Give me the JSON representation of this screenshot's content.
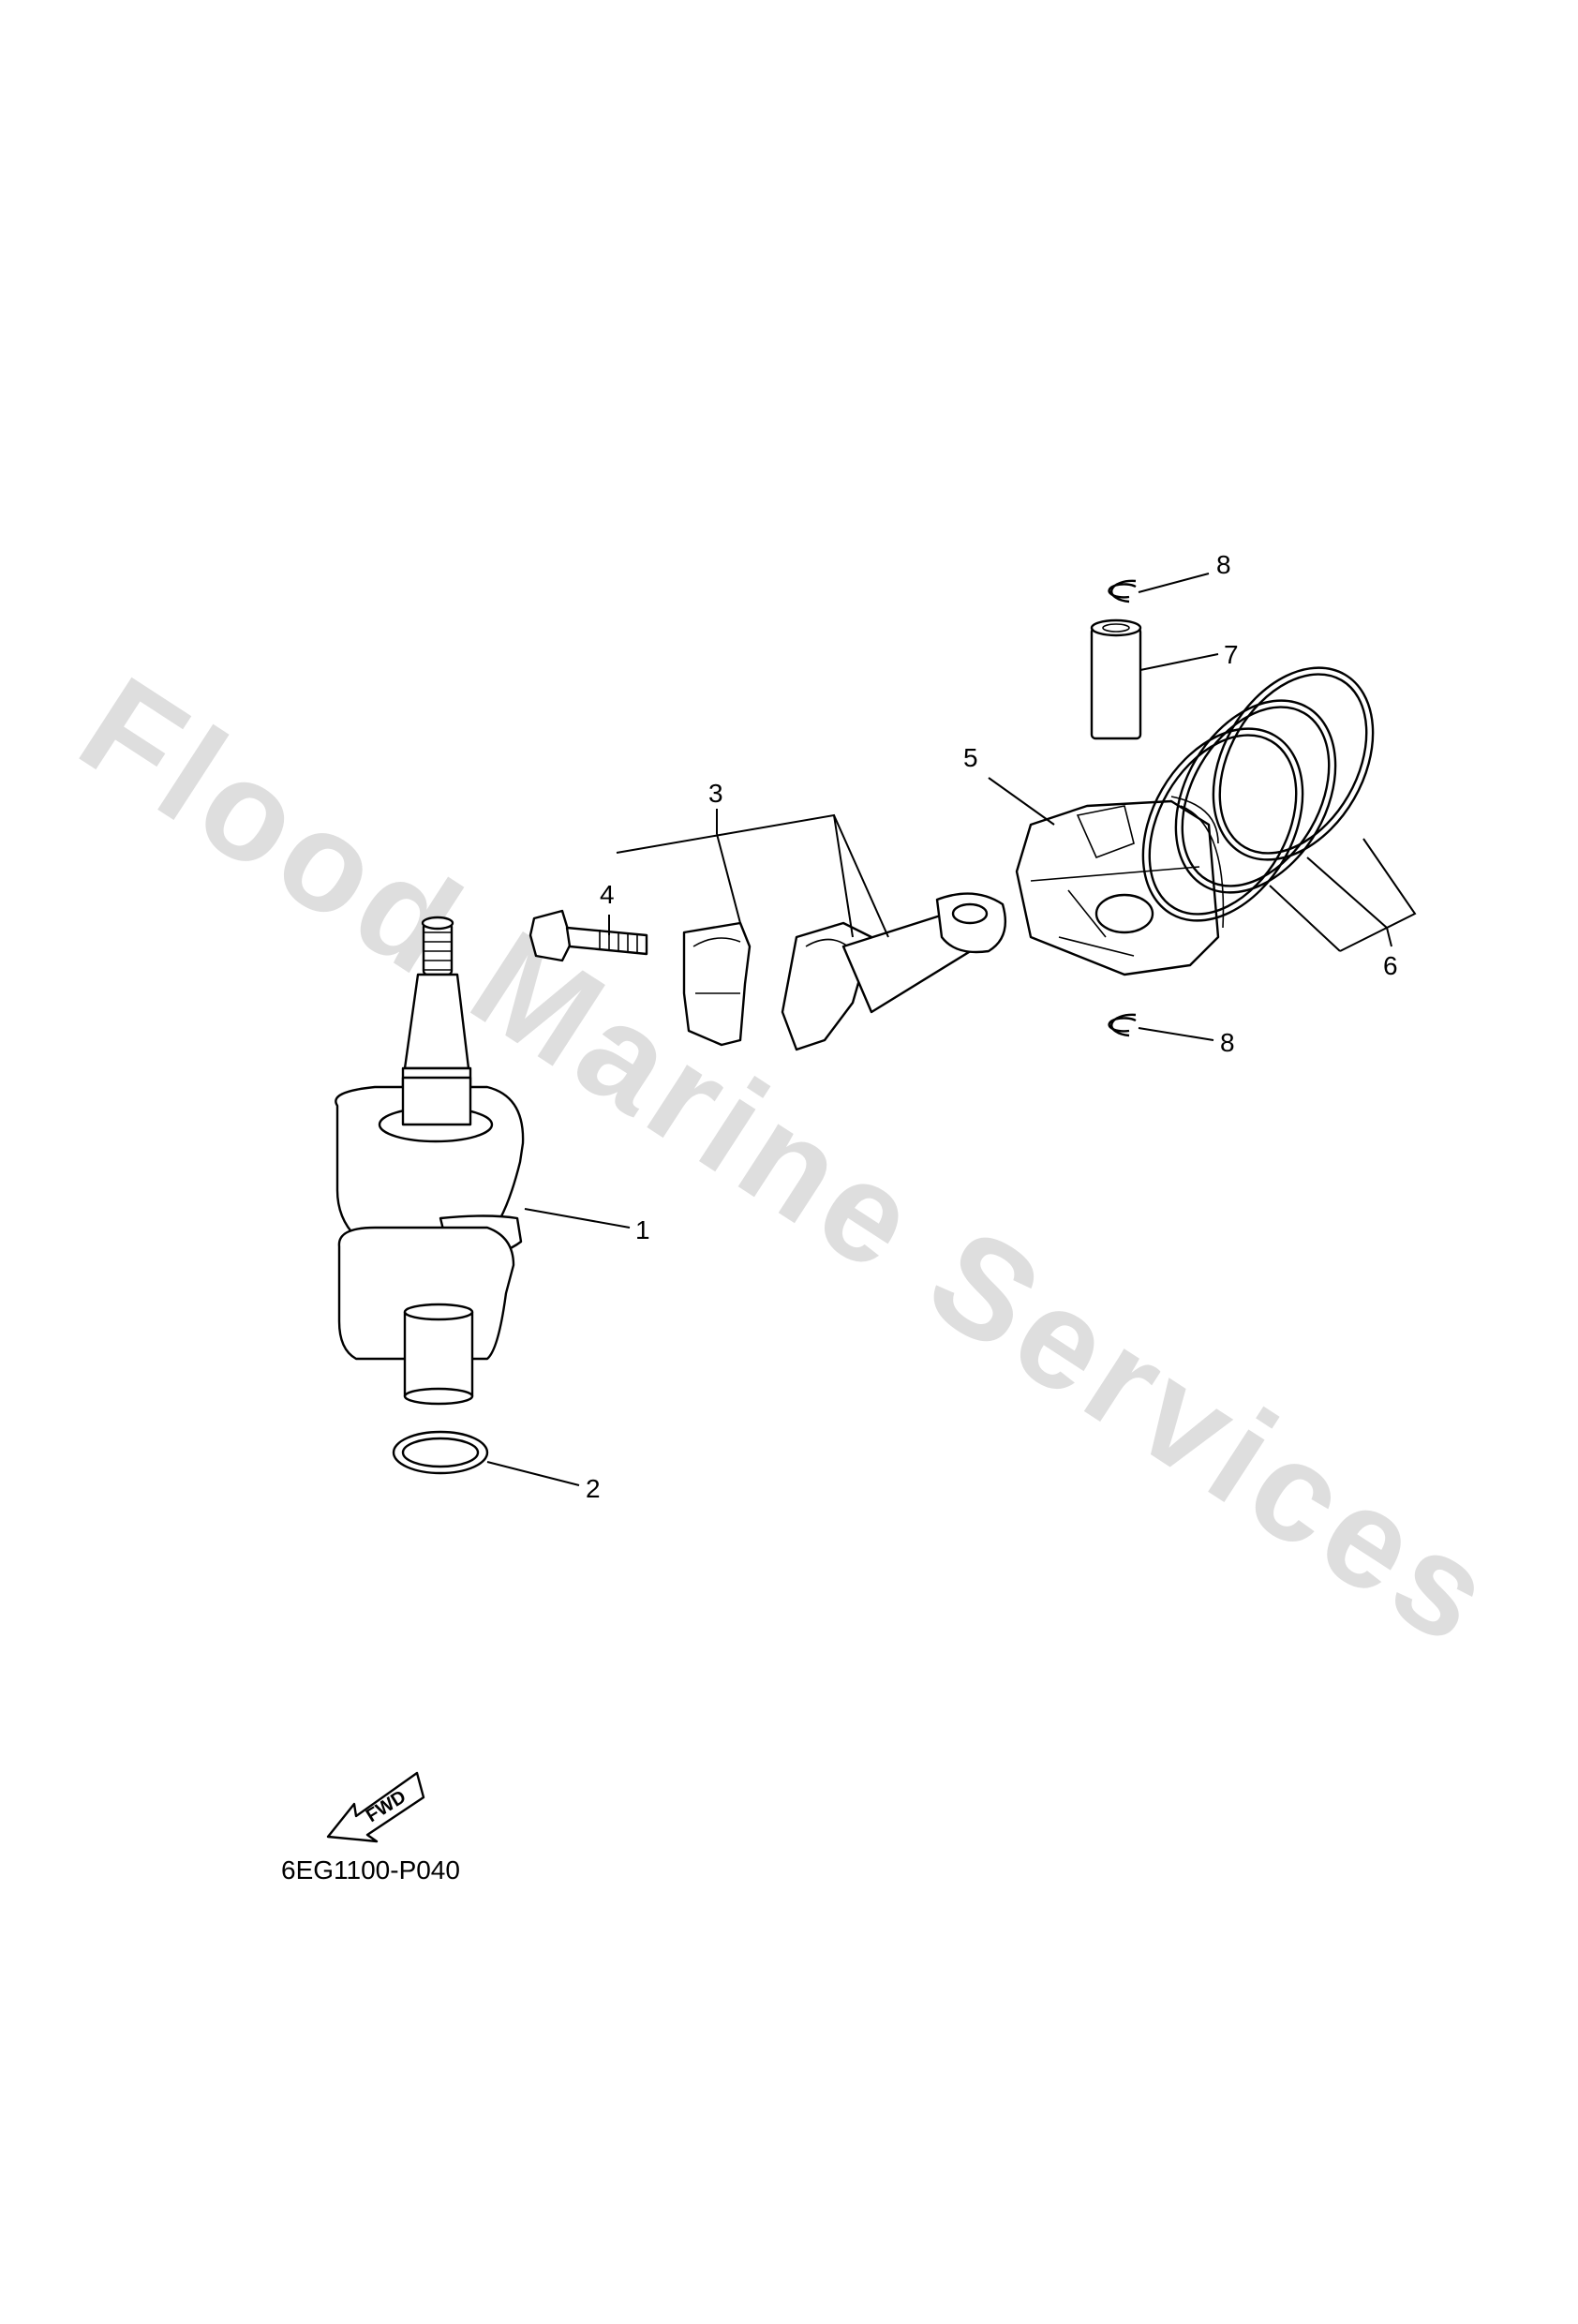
{
  "watermark": "Flood Marine Services",
  "diagram_code": "6EG1100-P040",
  "fwd_label": "FWD",
  "callouts": {
    "c1": "1",
    "c2": "2",
    "c3": "3",
    "c4": "4",
    "c5": "5",
    "c6": "6",
    "c7": "7",
    "c8_top": "8",
    "c8_bottom": "8"
  },
  "parts": [
    {
      "ref": "1",
      "icon": "crankshaft-icon"
    },
    {
      "ref": "2",
      "icon": "washer-icon"
    },
    {
      "ref": "3",
      "icon": "connecting-rod-icon"
    },
    {
      "ref": "4",
      "icon": "bolt-icon"
    },
    {
      "ref": "5",
      "icon": "piston-icon"
    },
    {
      "ref": "6",
      "icon": "piston-rings-icon"
    },
    {
      "ref": "7",
      "icon": "piston-pin-icon"
    },
    {
      "ref": "8",
      "icon": "circlip-icon"
    }
  ]
}
